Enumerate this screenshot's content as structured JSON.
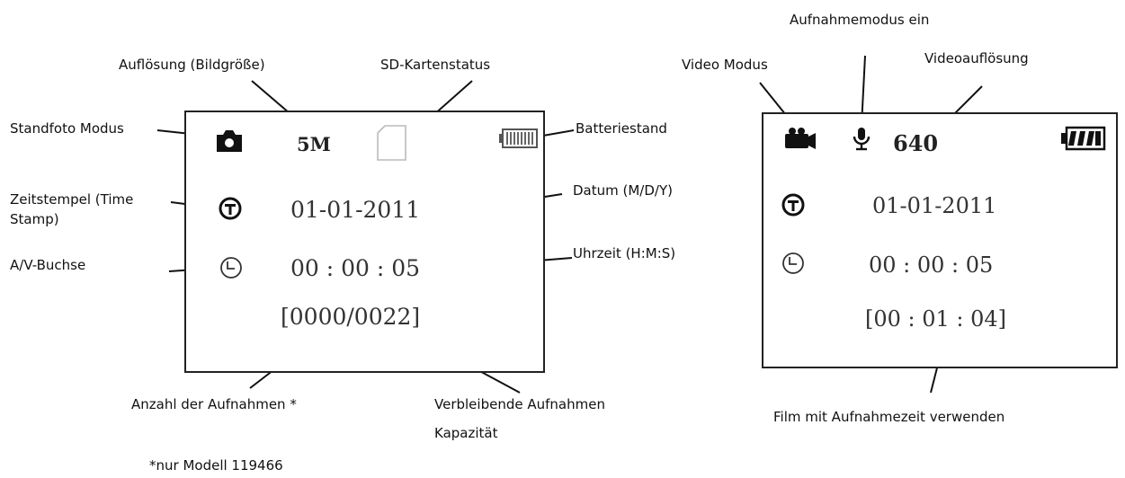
{
  "left_screen": {
    "icons": {
      "mode": "camera-icon",
      "sd": "sd-card-icon",
      "battery": "battery-icon",
      "timestamp": "timestamp-t-icon",
      "clock": "clock-icon"
    },
    "resolution": "5M",
    "date": "01-01-2011",
    "time": "00 : 00 : 05",
    "counter": "[0000/0022]"
  },
  "right_screen": {
    "icons": {
      "mode": "video-camera-icon",
      "mic": "microphone-icon",
      "battery": "battery-icon",
      "timestamp": "timestamp-t-icon",
      "clock": "clock-icon"
    },
    "resolution": "640",
    "date": "01-01-2011",
    "time": "00 : 00 : 05",
    "counter": "[00 : 01 : 04]"
  },
  "labels": {
    "aufloesung": "Auflösung (Bildgröße)",
    "sd_status": "SD-Kartenstatus",
    "standfoto": "Standfoto Modus",
    "batterie": "Batteriestand",
    "zeitstempel_1": "Zeitstempel (Time",
    "zeitstempel_2": "Stamp)",
    "datum": "Datum (M/D/Y)",
    "av_buchse": "A/V-Buchse",
    "uhrzeit": "Uhrzeit (H:M:S)",
    "anzahl": "Anzahl der Aufnahmen *",
    "verbleibende_1": "Verbleibende Aufnahmen",
    "verbleibende_2": "Kapazität",
    "fussnote": "*nur Modell 119466",
    "aufnahmemodus": "Aufnahmemodus ein",
    "video_modus": "Video Modus",
    "videoaufloesung": "Videoauflösung",
    "film": "Film mit Aufnahmezeit verwenden"
  },
  "colors": {
    "line": "#111111",
    "screen_border": "#222222",
    "display_text": "#333333"
  }
}
